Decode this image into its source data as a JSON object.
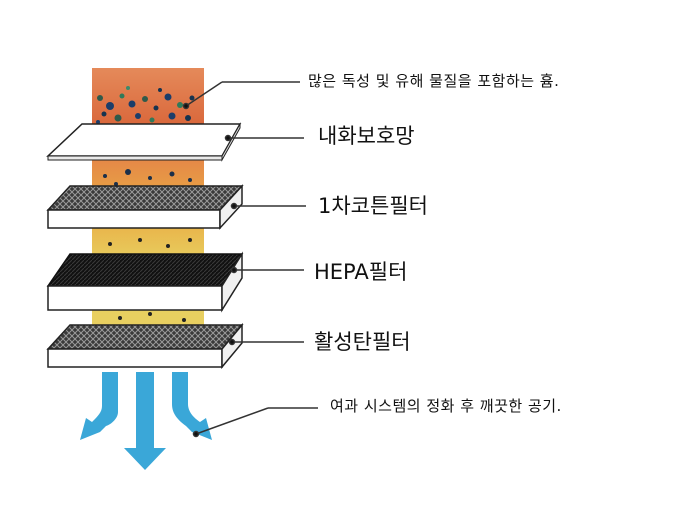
{
  "labels": {
    "smoke": "많은 독성 및 유해 물질을 포함하는 흄.",
    "mesh": "내화보호망",
    "cotton": "1차코튼필터",
    "hepa": "HEPA필터",
    "carbon": "활성탄필터",
    "clean_air": "여과 시스템의 정화 후 깨끗한 공기."
  },
  "colors": {
    "smoke_band": "#e07b3f",
    "mid_band": "#e7a24b",
    "low_band": "#e9c85a",
    "filter_face": "#ffffff",
    "filter_edge": "#222222",
    "mesh_texture": "#555555",
    "hepa_texture": "#1a1a1a",
    "arrow": "#3aa7d8",
    "leader": "#333333"
  },
  "icons": {
    "arrows": "down-arrow-icon"
  }
}
